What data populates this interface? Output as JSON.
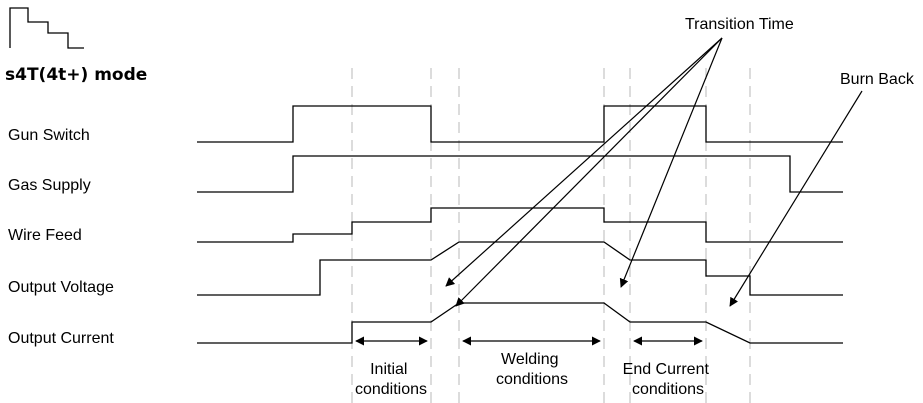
{
  "mode": {
    "icon": "step-waveform-icon",
    "title": "s4T(4t+) mode"
  },
  "signals": [
    {
      "key": "gun_switch",
      "label": "Gun Switch"
    },
    {
      "key": "gas_supply",
      "label": "Gas Supply"
    },
    {
      "key": "wire_feed",
      "label": "Wire Feed"
    },
    {
      "key": "output_voltage",
      "label": "Output Voltage"
    },
    {
      "key": "output_current",
      "label": "Output Current"
    }
  ],
  "annotations": {
    "transition_time": "Transition Time",
    "burn_back": "Burn Back"
  },
  "phases": {
    "initial": [
      "Initial",
      "conditions"
    ],
    "welding": [
      "Welding",
      "conditions"
    ],
    "end_current": [
      "End Current",
      "conditions"
    ]
  }
}
